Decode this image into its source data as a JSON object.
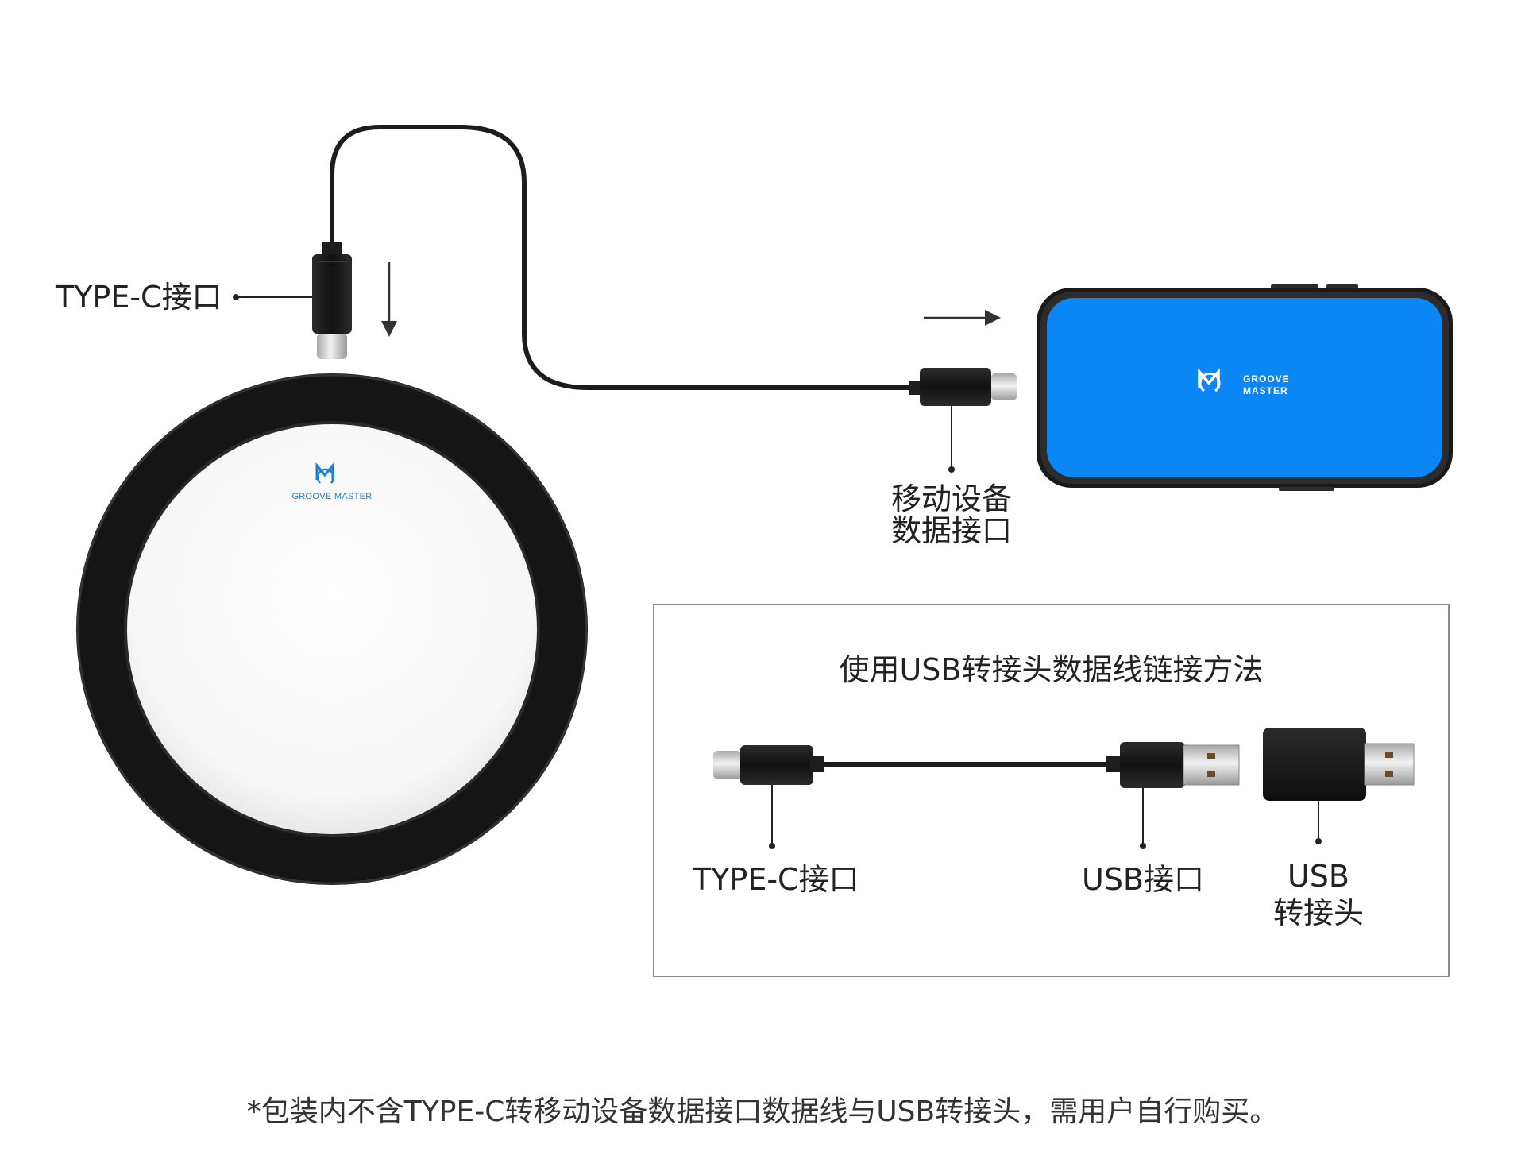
{
  "labels": {
    "pad_port": "TYPE-C接口",
    "phone_port_line1": "移动设备",
    "phone_port_line2": "数据接口"
  },
  "pad": {
    "brand": "GROOVE MASTER"
  },
  "phone": {
    "brand_line1": "GROOVE",
    "brand_line2": "MASTER"
  },
  "usb_box": {
    "title": "使用USB转接头数据线链接方法",
    "typec_label": "TYPE-C接口",
    "usb_label": "USB接口",
    "adapter_line1": "USB",
    "adapter_line2": "转接头"
  },
  "footnote": "*包装内不含TYPE-C转移动设备数据接口数据线与USB转接头，需用户自行购买。",
  "colors": {
    "phone_screen": "#0a86f5",
    "brand_blue": "#1a7fd0",
    "rubber_ring": "#1a1a1a",
    "cable": "#1c1c1c"
  }
}
